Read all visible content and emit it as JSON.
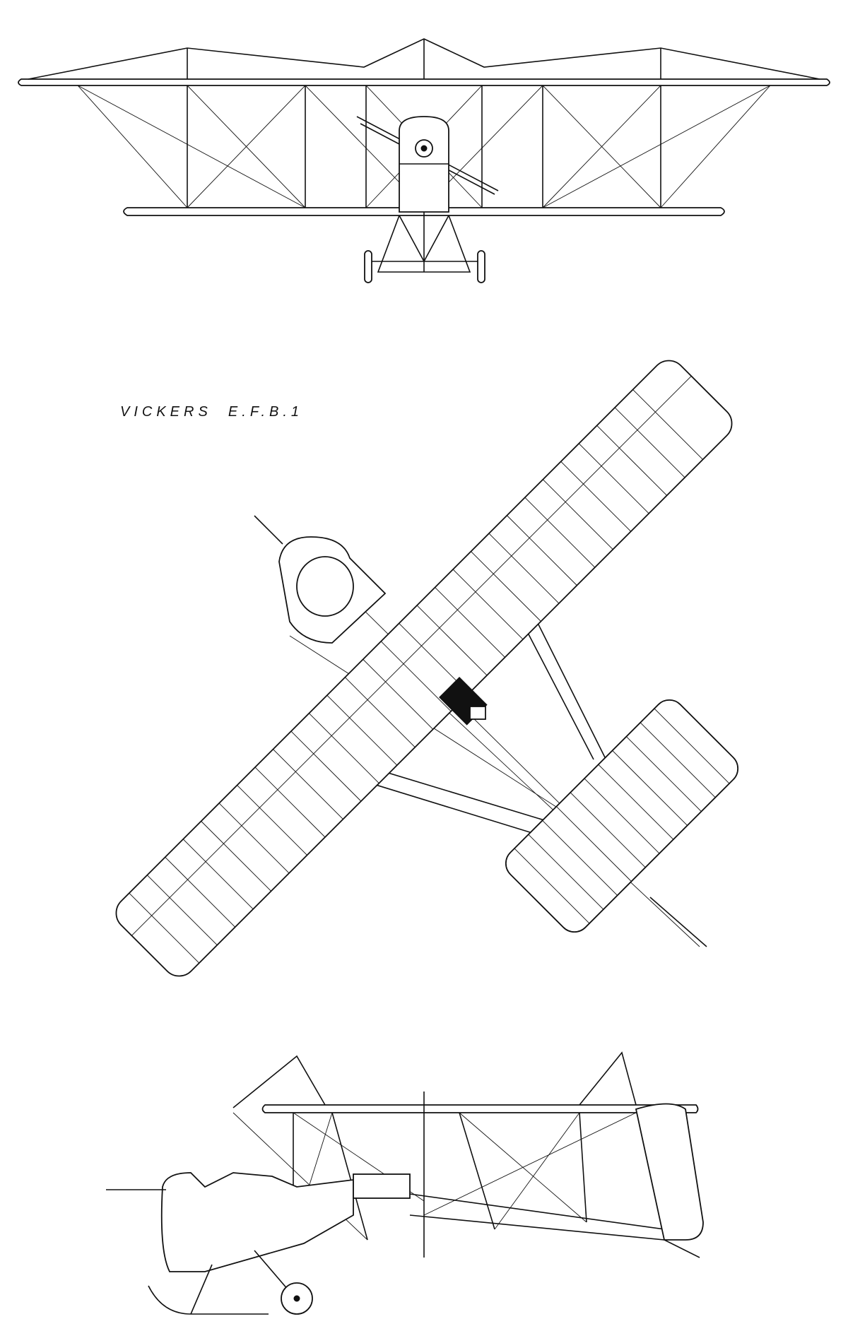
{
  "title": "VICKERS  E.F.B.1",
  "views": [
    {
      "name": "front-view"
    },
    {
      "name": "plan-view"
    },
    {
      "name": "side-view"
    }
  ]
}
